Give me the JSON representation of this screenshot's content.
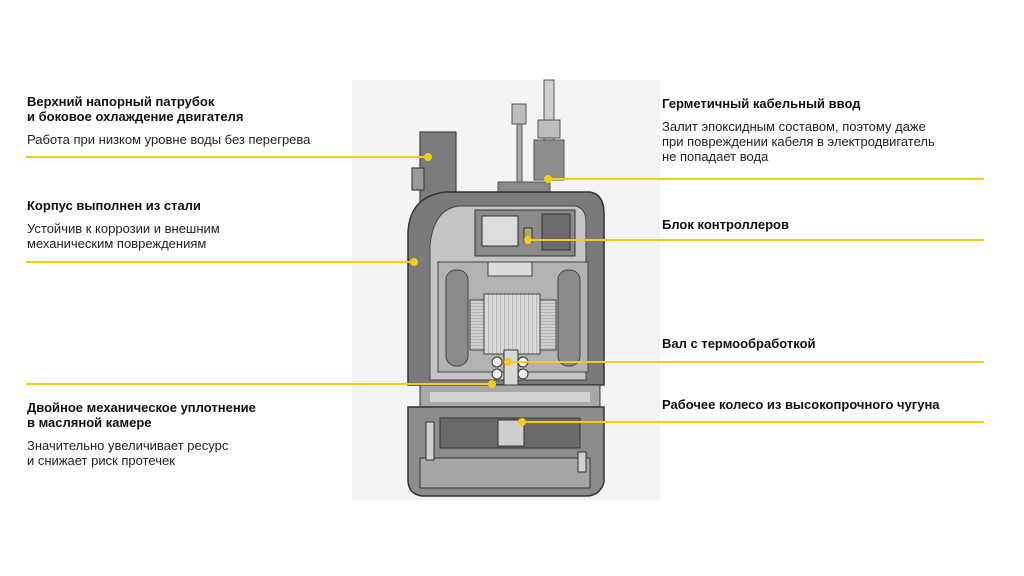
{
  "accent_color": "#F2CC1A",
  "left_callouts": [
    {
      "title": "Верхний напорный патрубок\nи боковое охлаждение двигателя",
      "desc": "Работа при низком уровне воды без перегрева"
    },
    {
      "title": "Корпус выполнен из стали",
      "desc": "Устойчив к коррозии и внешним\nмеханическим повреждениям"
    },
    {
      "title": "Двойное механическое уплотнение\nв масляной камере",
      "desc": "Значительно увеличивает ресурс\nи снижает риск протечек"
    }
  ],
  "right_callouts": [
    {
      "title": "Герметичный кабельный ввод",
      "desc": "Залит эпоксидным составом, поэтому даже\nпри повреждении кабеля в электродвигатель\nне попадает вода"
    },
    {
      "title": "Блок контроллеров",
      "desc": ""
    },
    {
      "title": "Вал с термообработкой",
      "desc": ""
    },
    {
      "title": "Рабочее колесо из высокопрочного чугуна",
      "desc": ""
    }
  ]
}
